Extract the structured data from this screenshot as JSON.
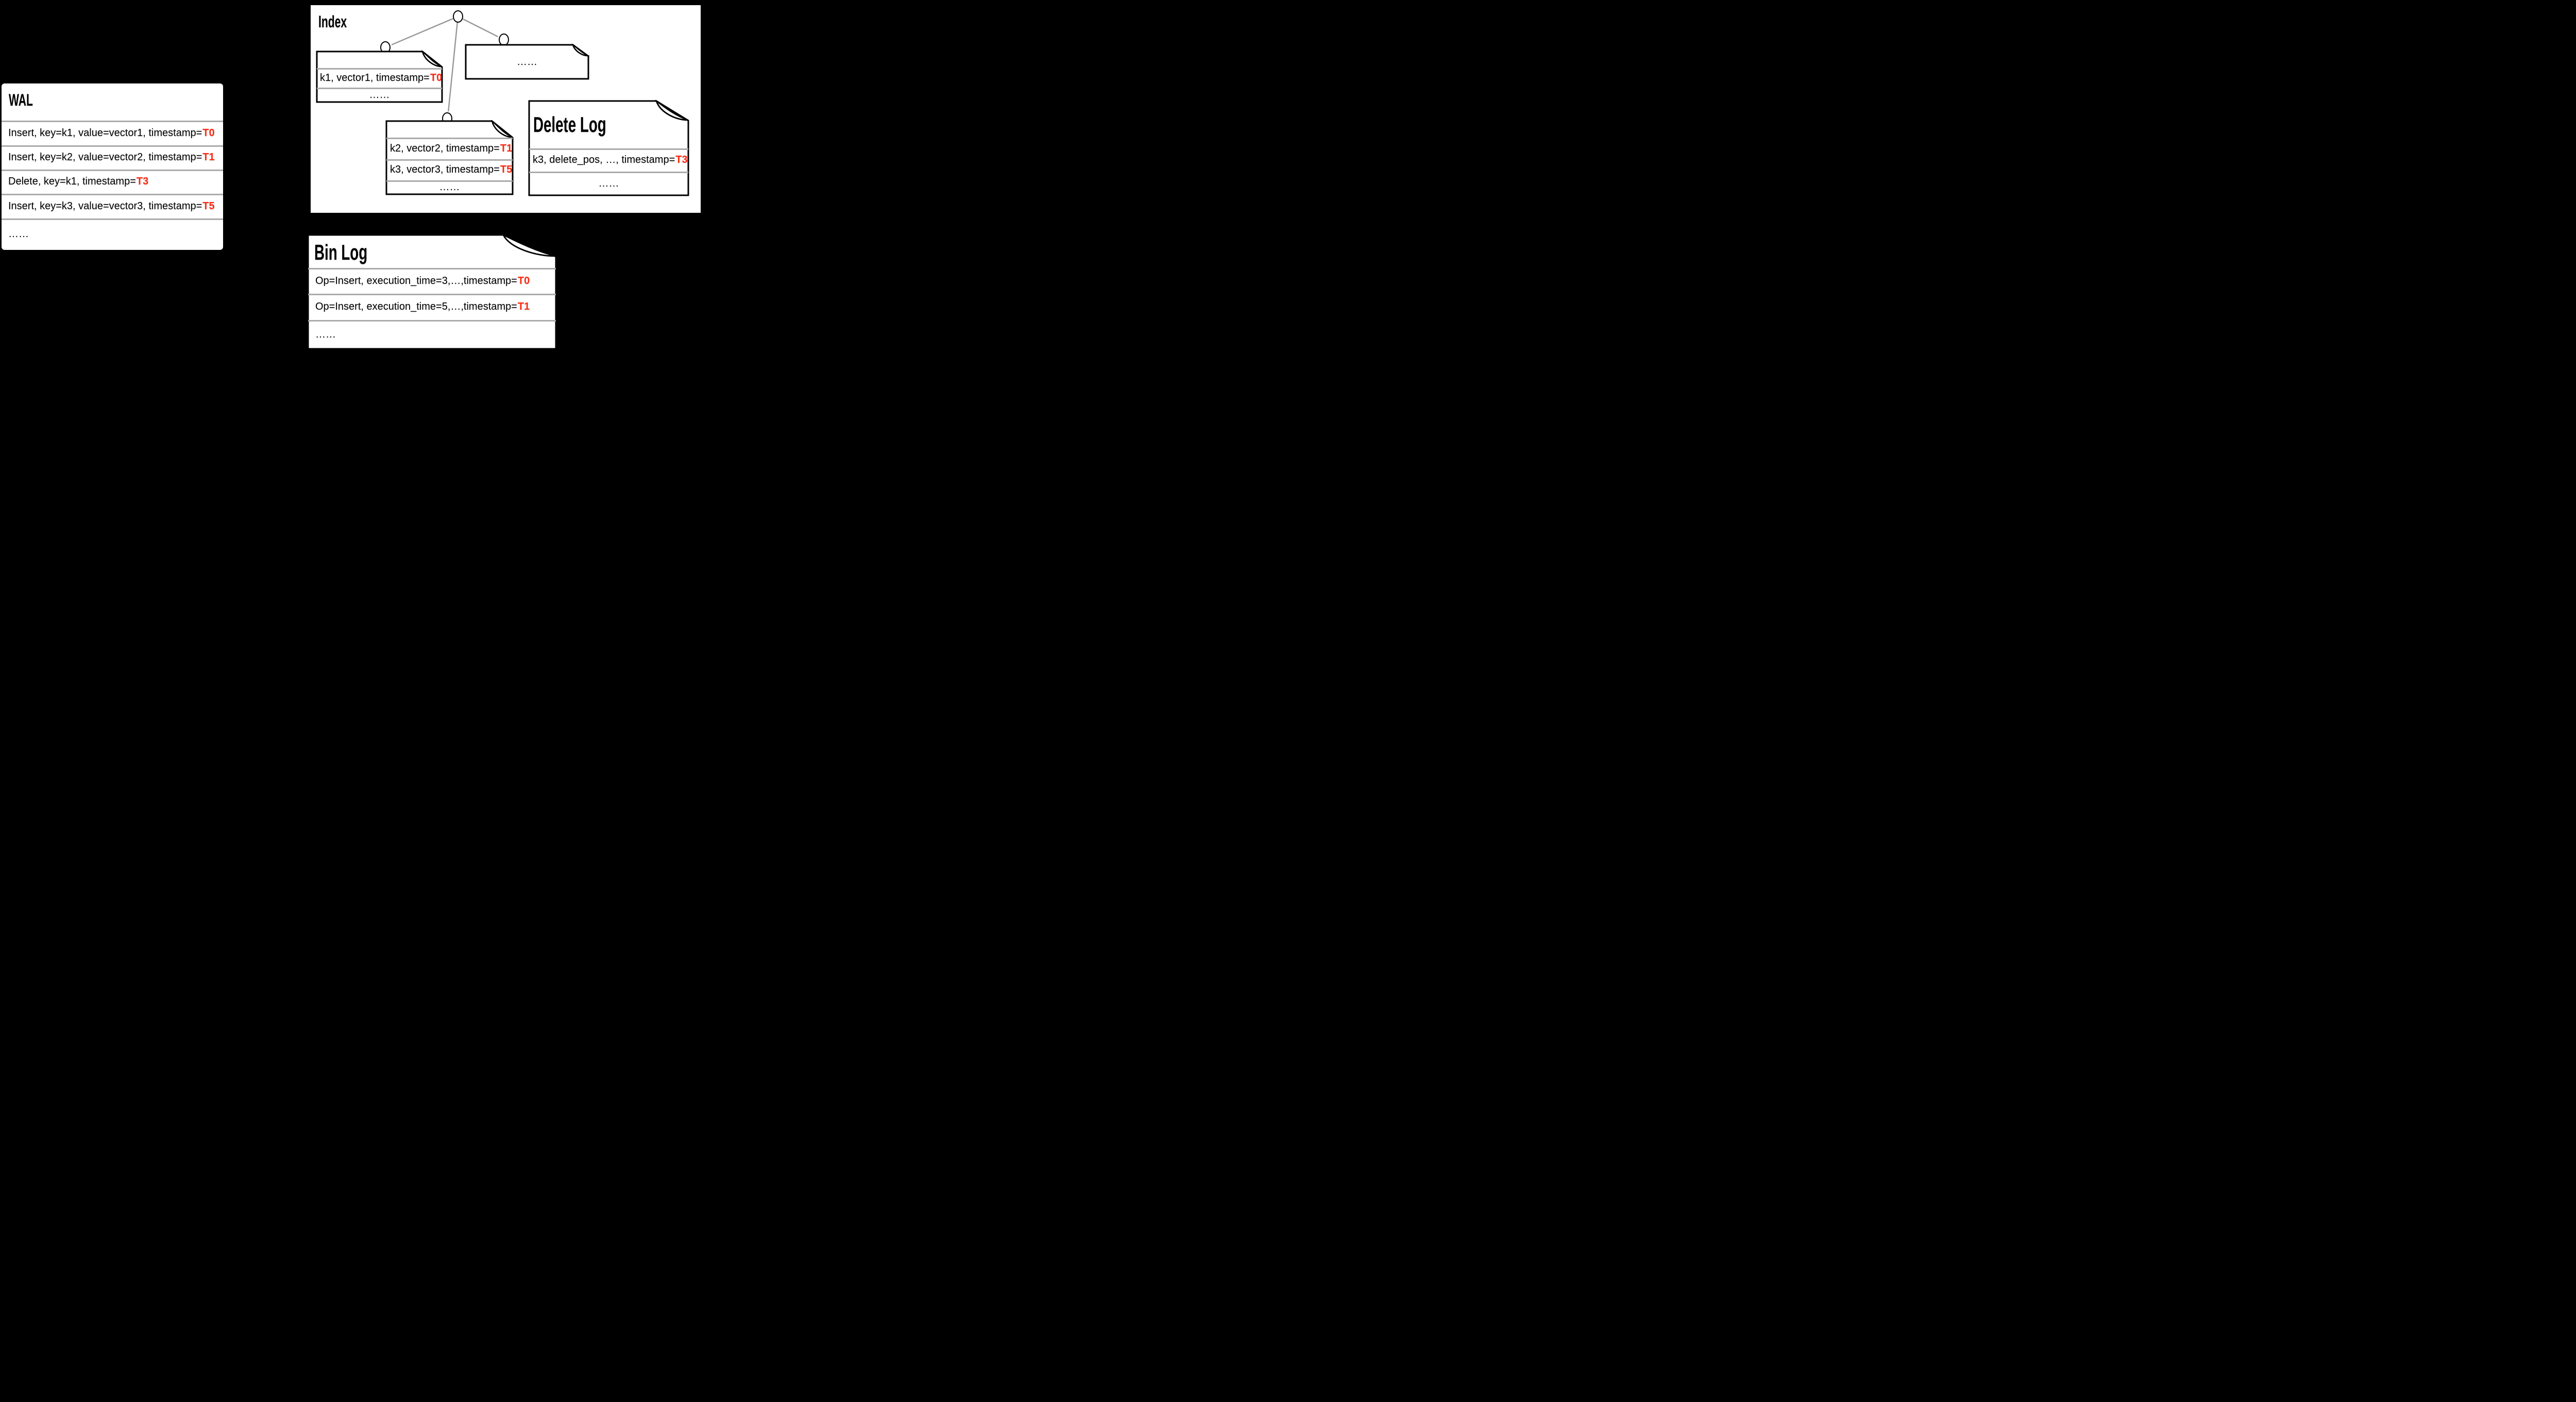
{
  "colors": {
    "background": "#000000",
    "surface": "#ffffff",
    "border": "#000000",
    "accent_red": "#ff2a12",
    "separator_gray": "#ababab",
    "connector_gray": "#999999"
  },
  "wal": {
    "title": "WAL",
    "rows": [
      {
        "text": "Insert, key=k1, value=vector1, timestamp=",
        "highlight": "T0"
      },
      {
        "text": "Insert, key=k2, value=vector2, timestamp=",
        "highlight": "T1"
      },
      {
        "text": "Delete, key=k1, timestamp=",
        "highlight": "T3"
      },
      {
        "text": "Insert, key=k3, value=vector3, timestamp=",
        "highlight": "T5"
      },
      {
        "text": "……",
        "highlight": ""
      }
    ]
  },
  "index": {
    "title": "Index",
    "leaf_k1": {
      "rows": [
        {
          "text": "k1, vector1, timestamp=",
          "highlight": "T0"
        },
        {
          "text": "……",
          "highlight": ""
        }
      ]
    },
    "leaf_more": {
      "rows": [
        {
          "text": "……",
          "highlight": ""
        }
      ]
    },
    "leaf_k2k3": {
      "rows": [
        {
          "text": "k2, vector2, timestamp=",
          "highlight": "T1"
        },
        {
          "text": "k3, vector3, timestamp=",
          "highlight": "T5"
        },
        {
          "text": "……",
          "highlight": ""
        }
      ]
    },
    "delete_log": {
      "title": "Delete Log",
      "rows": [
        {
          "text": "k3, delete_pos, …, timestamp=",
          "highlight": "T3"
        },
        {
          "text": "……",
          "highlight": ""
        }
      ]
    }
  },
  "bin_log": {
    "title": "Bin Log",
    "rows": [
      {
        "text": "Op=Insert, execution_time=3,…,timestamp=",
        "highlight": "T0"
      },
      {
        "text": "Op=Insert, execution_time=5,…,timestamp=",
        "highlight": "T1"
      },
      {
        "text": "……",
        "highlight": ""
      }
    ]
  }
}
